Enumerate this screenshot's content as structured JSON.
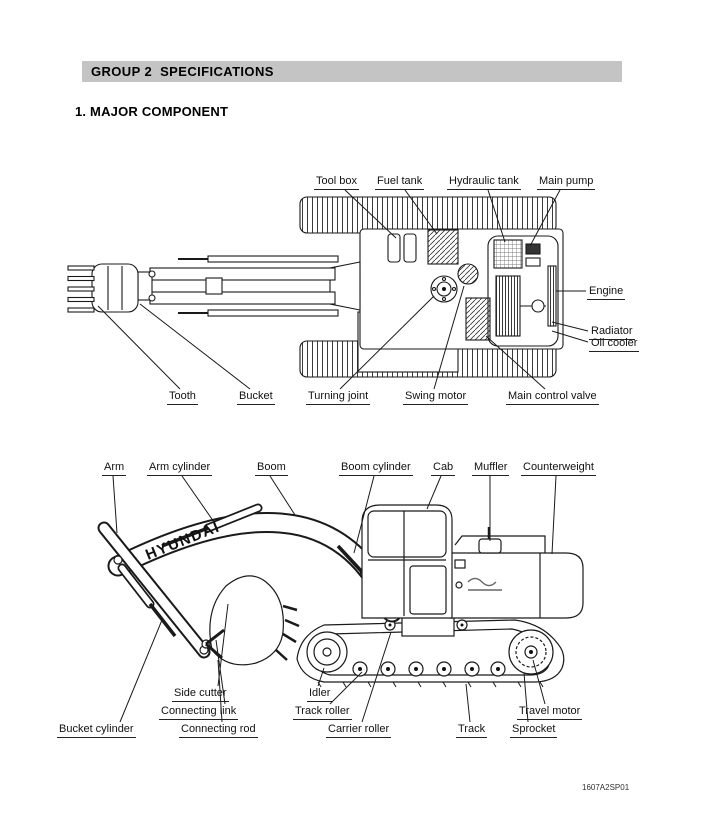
{
  "page": {
    "header_title": "GROUP 2  SPECIFICATIONS",
    "section_heading": "1. MAJOR COMPONENT",
    "doc_code": "1607A2SP01"
  },
  "top_view": {
    "labels": {
      "tool_box": "Tool box",
      "fuel_tank": "Fuel tank",
      "hydraulic_tank": "Hydraulic tank",
      "main_pump": "Main pump",
      "engine": "Engine",
      "radiator": "Radiator",
      "oil_cooler": "Oil cooler",
      "tooth": "Tooth",
      "bucket": "Bucket",
      "turning_joint": "Turning joint",
      "swing_motor": "Swing motor",
      "main_control_valve": "Main control valve"
    }
  },
  "side_view": {
    "brand_text": "HYUNDAI",
    "labels": {
      "arm": "Arm",
      "arm_cylinder": "Arm cylinder",
      "boom": "Boom",
      "boom_cylinder": "Boom cylinder",
      "cab": "Cab",
      "muffler": "Muffler",
      "counterweight": "Counterweight",
      "side_cutter": "Side cutter",
      "connecting_link": "Connecting link",
      "bucket_cylinder": "Bucket cylinder",
      "connecting_rod": "Connecting rod",
      "idler": "Idler",
      "track_roller": "Track roller",
      "carrier_roller": "Carrier roller",
      "track": "Track",
      "sprocket": "Sprocket",
      "travel_motor": "Travel motor"
    }
  }
}
